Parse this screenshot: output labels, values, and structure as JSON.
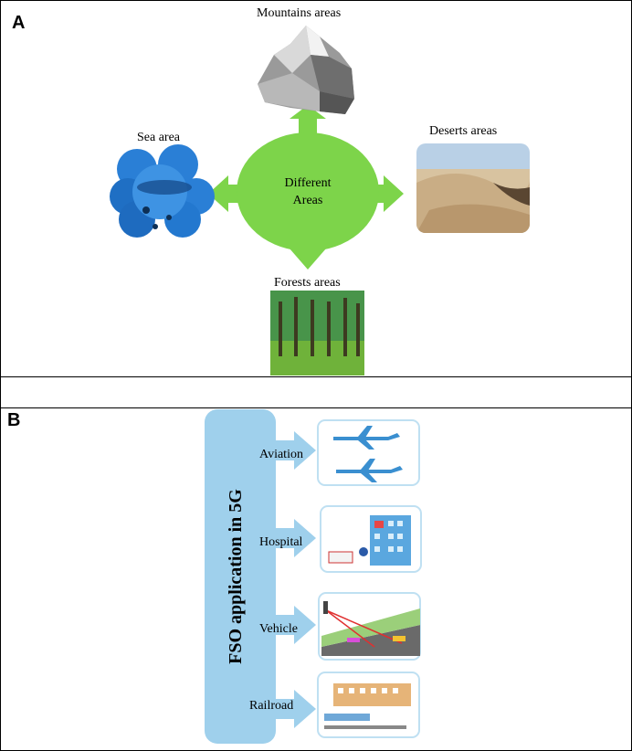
{
  "panel_a": {
    "letter": "A",
    "center_label_line1": "Different",
    "center_label_line2": "Areas",
    "mountains_label": "Mountains areas",
    "sea_label": "Sea area",
    "deserts_label": "Deserts areas",
    "forests_label": "Forests areas",
    "center_color": "#7dd44a"
  },
  "panel_b": {
    "letter": "B",
    "title": "FSO application in 5G",
    "items": [
      {
        "label": "Aviation",
        "icon": "airplane-icon"
      },
      {
        "label": "Hospital",
        "icon": "hospital-icon"
      },
      {
        "label": "Vehicle",
        "icon": "vehicle-road-icon"
      },
      {
        "label": "Railroad",
        "icon": "railroad-station-icon"
      }
    ],
    "bar_color": "#9fd0ec"
  }
}
